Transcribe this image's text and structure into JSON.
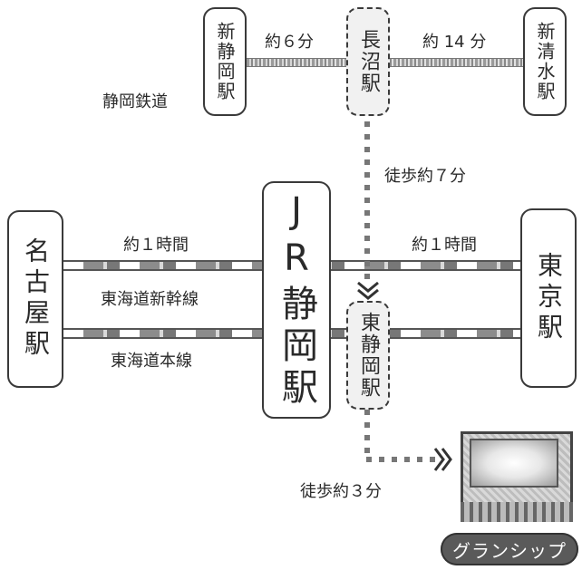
{
  "railway_label": "静岡鉄道",
  "stations": {
    "shin_shizuoka": "新静岡駅",
    "naganuma": "長沼駅",
    "shin_shimizu": "新清水駅",
    "nagoya": "名古屋駅",
    "jr_shizuoka": "JR静岡駅",
    "higashi_shizuoka": "東静岡駅",
    "tokyo": "東京駅"
  },
  "times": {
    "shinshizuoka_to_naganuma": "約６分",
    "naganuma_to_shinshimizu": "約 14 分",
    "walk_naganuma": "徒歩約７分",
    "nagoya_to_shizuoka": "約１時間",
    "shizuoka_to_tokyo": "約１時間",
    "walk_higashishizuoka": "徒歩約３分"
  },
  "lines": {
    "shinkansen": "東海道新幹線",
    "honsen": "東海道本線"
  },
  "destination": "グランシップ",
  "icons": {
    "arrow_down": "double-chevron-down",
    "arrow_right": "double-chevron-right"
  }
}
